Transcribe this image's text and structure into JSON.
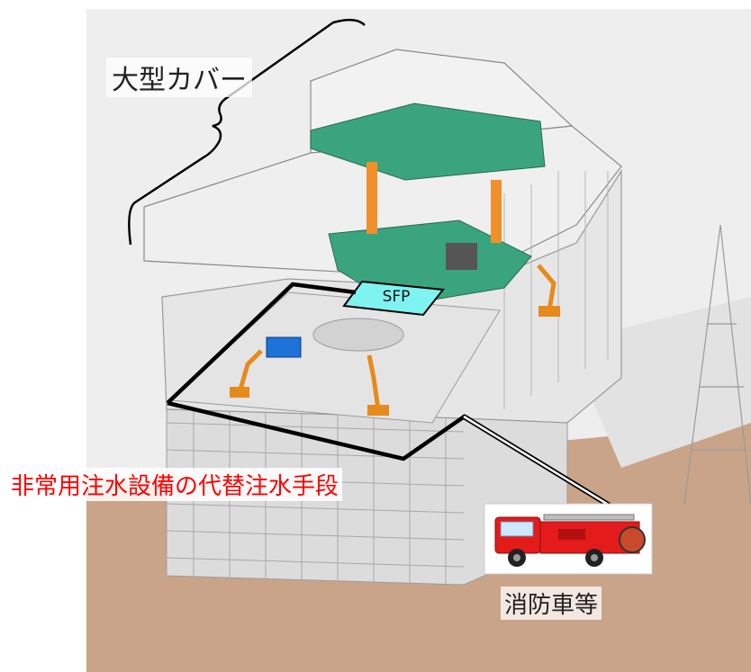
{
  "labels": {
    "cover": "大型カバー",
    "sfp": "SFP",
    "alternative_injection": "非常用注水設備の代替注水手段",
    "fire_truck": "消防車等"
  },
  "colors": {
    "alternative_injection_text": "#ff0000",
    "sfp_fill": "#7ff3f0",
    "crane": "#3aa47e",
    "scaffold": "#d8d8d8",
    "ground": "#c9a489",
    "fire_truck_body": "#e31b1b",
    "outline": "#000000"
  },
  "icons": {
    "fire_truck": "fire-truck-icon",
    "heavy_machinery": "excavator-icon"
  }
}
